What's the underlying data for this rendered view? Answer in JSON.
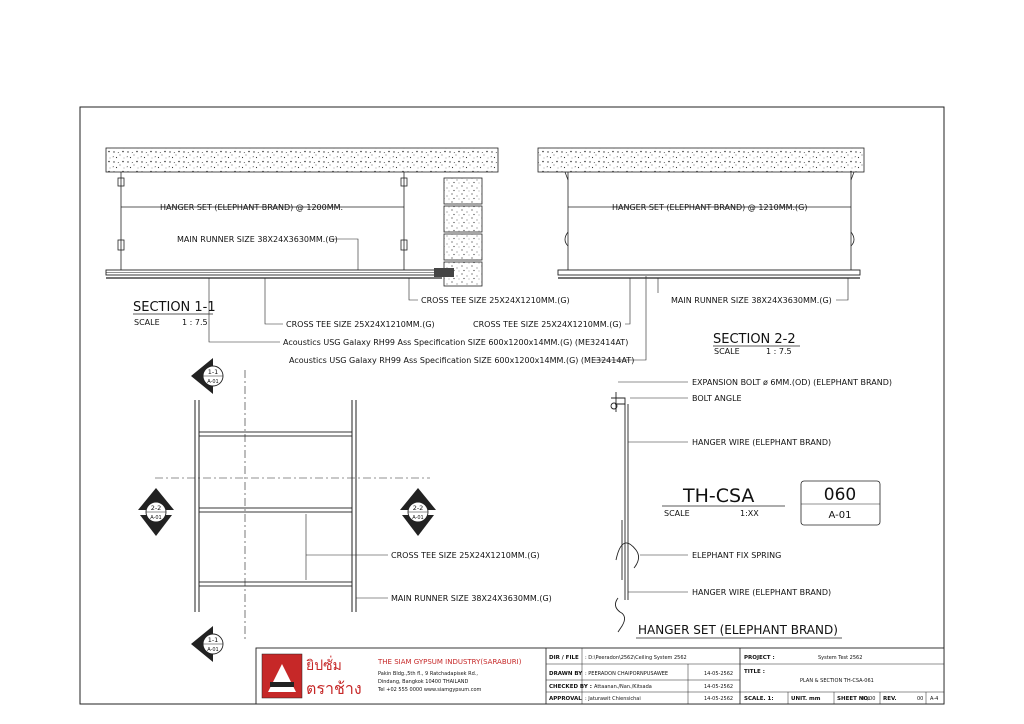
{
  "section11": {
    "title": "SECTION 1-1",
    "scale_label": "SCALE",
    "scale_value": "1 : 7.5",
    "hanger": "HANGER SET (ELEPHANT BRAND) @ 1200MM.",
    "main_runner": "MAIN RUNNER SIZE 38X24X3630MM.(G)",
    "cross_tee_a": "CROSS TEE SIZE 25X24X1210MM.(G)",
    "cross_tee_b": "CROSS TEE SIZE 25X24X1210MM.(G)",
    "cross_tee_c": "CROSS TEE SIZE 25X24X1210MM.(G)",
    "acoustic_a": "Acoustics USG Galaxy RH99 Ass Specification SIZE 600x1200x14MM.(G) (ME32414AT)",
    "acoustic_b": "Acoustics USG Galaxy RH99 Ass Specification SIZE 600x1200x14MM.(G) (ME32414AT)"
  },
  "section22": {
    "title": "SECTION 2-2",
    "scale_label": "SCALE",
    "scale_value": "1 : 7.5",
    "hanger": "HANGER SET (ELEPHANT BRAND) @ 1210MM.(G)",
    "main_runner": "MAIN RUNNER SIZE 38X24X3630MM.(G)"
  },
  "plan": {
    "cross_tee": "CROSS TEE SIZE 25X24X1210MM.(G)",
    "main_runner": "MAIN RUNNER SIZE 38X24X3630MM.(G)",
    "markers": [
      {
        "num": "1-1",
        "ref": "A-01"
      },
      {
        "num": "2-2",
        "ref": "A-01"
      },
      {
        "num": "2-2",
        "ref": "A-01"
      },
      {
        "num": "1-1",
        "ref": "A-01"
      }
    ]
  },
  "hanger_detail": {
    "expansion_bolt": "EXPANSION BOLT ø 6MM.(OD) (ELEPHANT BRAND)",
    "bolt_angle": "BOLT ANGLE",
    "hanger_wire_1": "HANGER WIRE (ELEPHANT BRAND)",
    "fix_spring": "ELEPHANT FIX SPRING",
    "hanger_wire_2": "HANGER WIRE (ELEPHANT BRAND)",
    "title": "HANGER SET (ELEPHANT BRAND)"
  },
  "drawing_id": {
    "code": "TH-CSA",
    "scale_label": "SCALE",
    "scale_value": "1:XX",
    "number": "060",
    "sheet": "A-01"
  },
  "title_block": {
    "company": "THE SIAM GYPSUM INDUSTRY(SARABURI)",
    "addr1": "Pakin Bldg.,5th fl., 9 Ratchadapisek Rd.,",
    "addr2": "Dindang, Bangkok 10400 THAILAND",
    "tel": "Tel +02 555 0000 www.siamgypsum.com",
    "logo_text_top": "ยิปซั่ม",
    "logo_text_bottom": "ตราช้าง",
    "dir_label": "DIR / FILE",
    "dir_value": ": D:\\Peeradon\\2562\\Ceiling System 2562",
    "drawn_label": "DRAWN BY",
    "drawn_value": ": PEERADON CHAIPORNPUSAWEE",
    "drawn_date": "14-05-2562",
    "checked_label": "CHECKED BY :",
    "checked_value": "Attaanan./Nan./Kitsada",
    "checked_date": "14-05-2562",
    "approval_label": "APPROVAL",
    "approval_value": ": Jaturawit Chiensichai",
    "approval_date": "14-05-2562",
    "project_label": "PROJECT :",
    "project_value": "System Test 2562",
    "title_label": "TITLE :",
    "title_value": "PLAN & SECTION TH-CSA-061",
    "scale_label": "SCALE. 1:",
    "unit_label": "UNIT. mm",
    "sheet_label": "SHEET NO.",
    "sheet_value": "00/00",
    "rev_label": "REV.",
    "rev_value": "00",
    "paper": "A-4"
  }
}
